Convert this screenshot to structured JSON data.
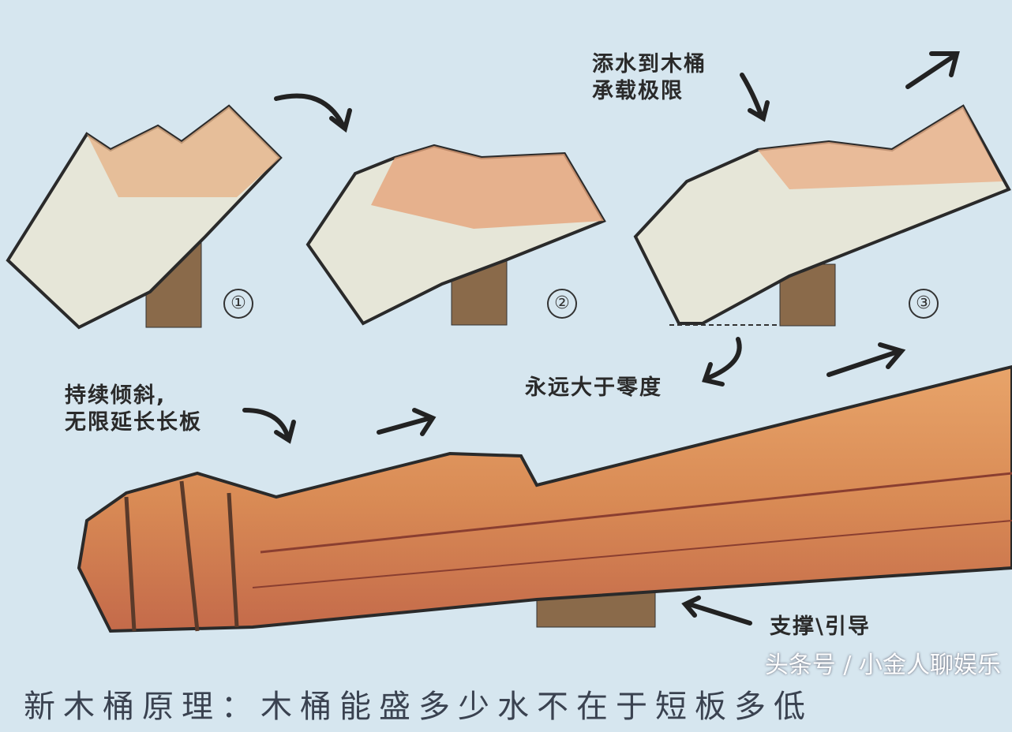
{
  "labels": {
    "add_water": "添水到木桶\n承载极限",
    "always_above_zero": "永远大于零度",
    "keep_tilting": "持续倾斜,\n无限延长长板",
    "support": "支撑\\引导"
  },
  "steps": [
    "①",
    "②",
    "③"
  ],
  "caption": "新木桶原理：木桶能盛多少水不在于短板多低",
  "watermark": "头条号 / 小金人聊娱乐",
  "colors": {
    "background": "#d6e6ef",
    "wood": "#d9905a",
    "water": "#e8ece0",
    "support": "#8a6a4a"
  }
}
